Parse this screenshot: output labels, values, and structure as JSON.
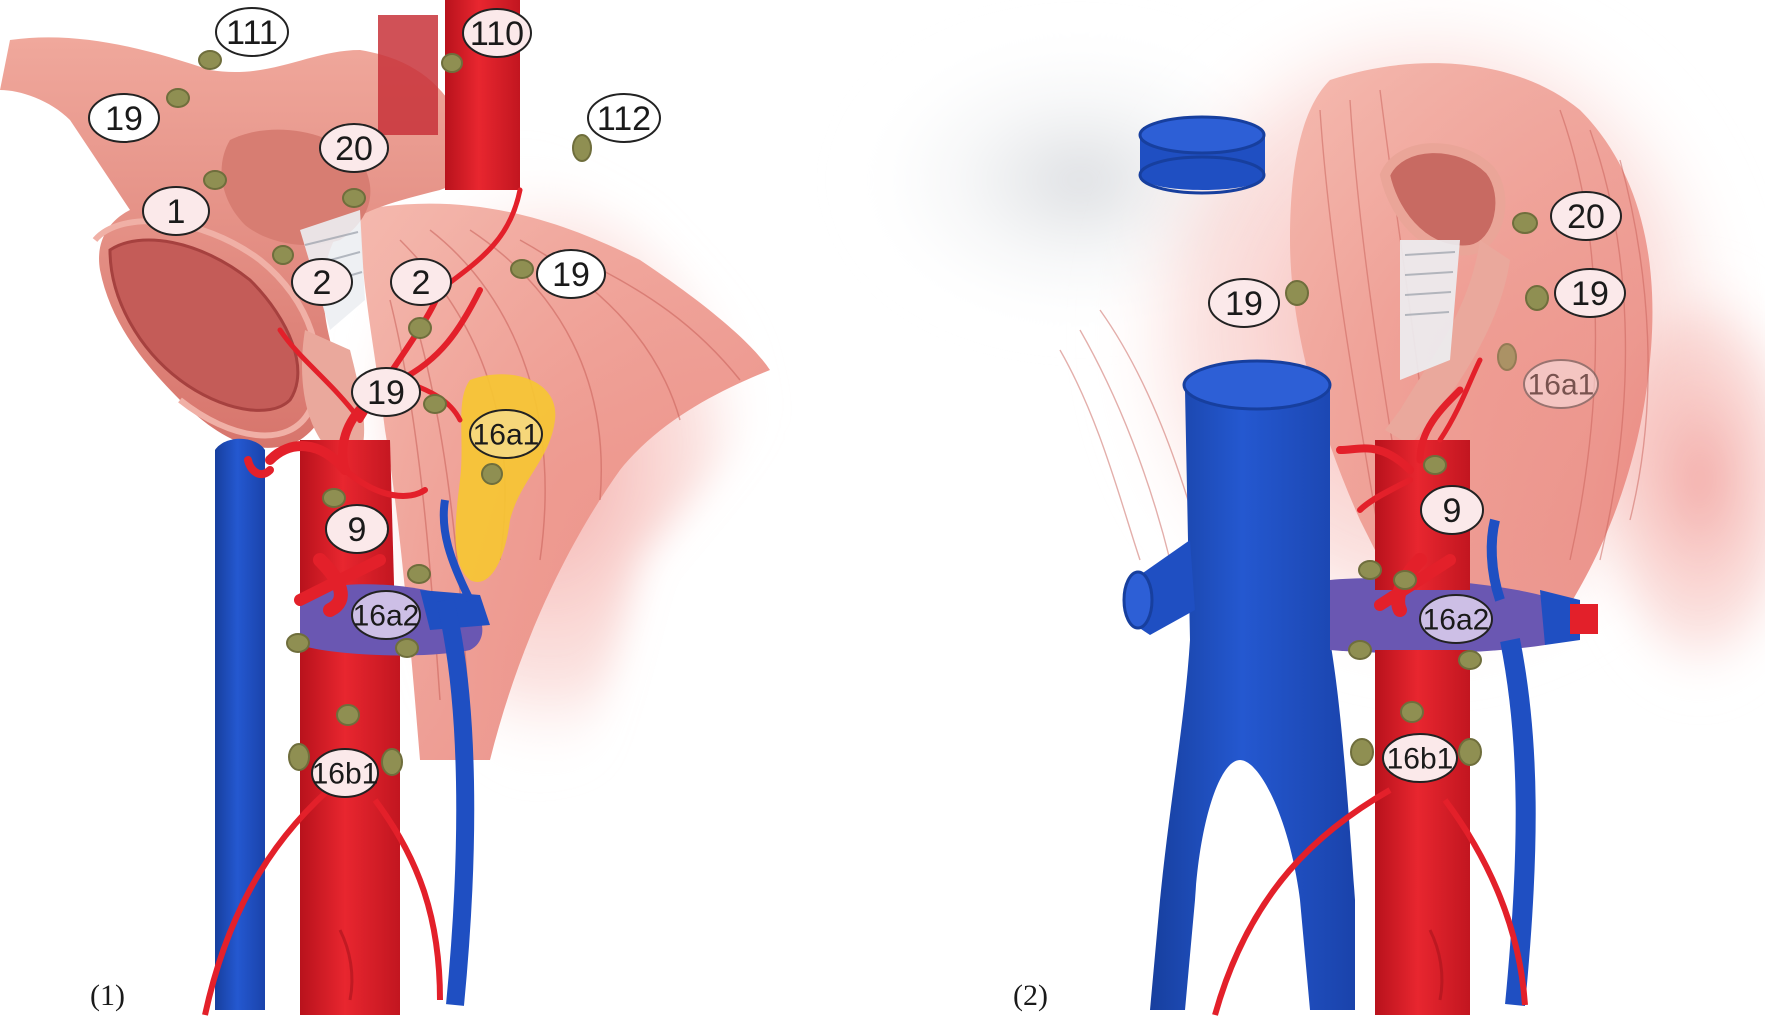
{
  "panels": [
    {
      "caption": "(1)",
      "labels": [
        {
          "id": "p1-111",
          "text": "111"
        },
        {
          "id": "p1-110",
          "text": "110"
        },
        {
          "id": "p1-112",
          "text": "112"
        },
        {
          "id": "p1-19a",
          "text": "19"
        },
        {
          "id": "p1-20",
          "text": "20"
        },
        {
          "id": "p1-1",
          "text": "1"
        },
        {
          "id": "p1-2a",
          "text": "2"
        },
        {
          "id": "p1-2b",
          "text": "2"
        },
        {
          "id": "p1-19b",
          "text": "19"
        },
        {
          "id": "p1-19c",
          "text": "19"
        },
        {
          "id": "p1-16a1",
          "text": "16a1"
        },
        {
          "id": "p1-9",
          "text": "9"
        },
        {
          "id": "p1-16a2",
          "text": "16a2"
        },
        {
          "id": "p1-16b1",
          "text": "16b1"
        }
      ]
    },
    {
      "caption": "(2)",
      "labels": [
        {
          "id": "p2-20",
          "text": "20"
        },
        {
          "id": "p2-19a",
          "text": "19"
        },
        {
          "id": "p2-19b",
          "text": "19"
        },
        {
          "id": "p2-16a1",
          "text": "16a1"
        },
        {
          "id": "p2-9",
          "text": "9"
        },
        {
          "id": "p2-16a2",
          "text": "16a2"
        },
        {
          "id": "p2-16b1",
          "text": "16b1"
        }
      ]
    }
  ],
  "colors": {
    "artery": "#e3202a",
    "vein": "#1f4fc2",
    "renal_vein": "#6b55b0",
    "stomach": "#e38f86",
    "muscle": "#ef9b92",
    "adrenal": "#f4c12f",
    "node": "#8f8f52",
    "badge_fill": "#fbe9ea"
  }
}
